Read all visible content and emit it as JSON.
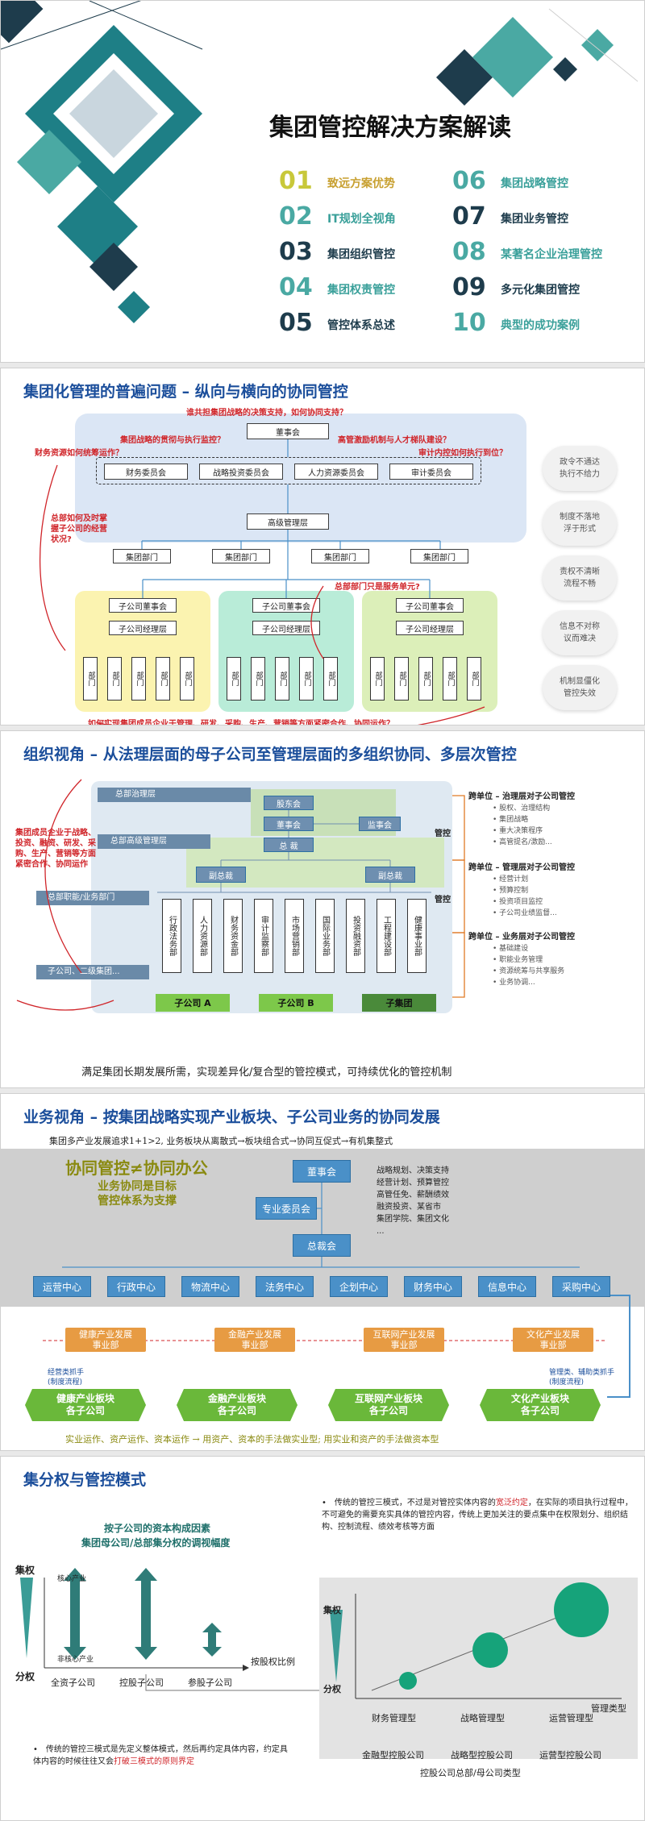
{
  "s1": {
    "title": "集团管控解决方案解读",
    "items": [
      {
        "num": "01",
        "text": "致远方案优势",
        "color": "#c8c83a",
        "tcolor": "#c8a030"
      },
      {
        "num": "02",
        "text": "IT规划全视角",
        "color": "#4aa9a3",
        "tcolor": "#3aa09a"
      },
      {
        "num": "03",
        "text": "集团组织管控",
        "color": "#1e3c4c",
        "tcolor": "#1e3c4c"
      },
      {
        "num": "04",
        "text": "集团权责管控",
        "color": "#4aa9a3",
        "tcolor": "#3aa09a"
      },
      {
        "num": "05",
        "text": "管控体系总述",
        "color": "#1e3c4c",
        "tcolor": "#1e3c4c"
      },
      {
        "num": "06",
        "text": "集团战略管控",
        "color": "#4aa9a3",
        "tcolor": "#3aa09a"
      },
      {
        "num": "07",
        "text": "集团业务管控",
        "color": "#1e3c4c",
        "tcolor": "#1e3c4c"
      },
      {
        "num": "08",
        "text": "某著名企业治理管控",
        "color": "#4aa9a3",
        "tcolor": "#3aa09a"
      },
      {
        "num": "09",
        "text": "多元化集团管控",
        "color": "#1e3c4c",
        "tcolor": "#1e3c4c"
      },
      {
        "num": "10",
        "text": "典型的成功案例",
        "color": "#4aa9a3",
        "tcolor": "#3aa09a"
      }
    ]
  },
  "s2": {
    "title": "集团化管理的普遍问题 – 纵向与横向的协同管控",
    "q_top": "谁共担集团战略的决策支持，如何协同支持？",
    "board": "董事会",
    "q_strategy": "集团战略的贯彻与执行监控？",
    "q_incentive": "高管激励机制与人才梯队建设？",
    "q_finance": "财务资源如何统筹运作？",
    "q_audit": "审计内控如何执行到位？",
    "committees": [
      "财务委员会",
      "战略投资委员会",
      "人力资源委员会",
      "审计委员会"
    ],
    "senior": "高级管理层",
    "q_left": "总部如何及时掌握子公司的经营状况?",
    "depts": [
      "集团部门",
      "集团部门",
      "集团部门",
      "集团部门"
    ],
    "q_service": "总部部门只是服务单元?",
    "sub_board": "子公司董事会",
    "sub_mgr": "子公司经理层",
    "dept_unit": "部门",
    "q_bottom": "如何实现集团成员企业于管理、研发、采购、生产、营销等方面紧密合作、协同运作？",
    "clouds": [
      "政令不通达\n执行不给力",
      "制度不落地\n浮于形式",
      "责权不清晰\n流程不畅",
      "信息不对称\n议而难决",
      "机制显僵化\n管控失效"
    ]
  },
  "s3": {
    "title": "组织视角 – 从法理层面的母子公司至管理层面的多组织协同、多层次管控",
    "l1": "总部治理层",
    "l2": "总部高级管理层",
    "l3": "总部职能/业务部门",
    "l4": "子公司、二级集团...",
    "shareholders": "股东会",
    "board": "董事会",
    "supervisors": "监事会",
    "ceo": "总 裁",
    "vp": "副总裁",
    "depts": [
      "行政法务部",
      "人力资源部",
      "财务资金部",
      "审计监察部",
      "市场营销部",
      "国际业务部",
      "投资融资部",
      "工程建设部",
      "健康事业部"
    ],
    "subA": "子公司 A",
    "subB": "子公司 B",
    "subGroup": "子集团",
    "red_note": "集团成员企业于战略、投资、融资、研发、采购、生产、营销等方面紧密合作、协同运作",
    "gk": "管控",
    "r1_title": "跨单位 – 治理层对子公司管控",
    "r1_items": [
      "股权、治理结构",
      "集团战略",
      "重大决策程序",
      "高管提名/激励..."
    ],
    "r2_title": "跨单位 – 管理层对子公司管控",
    "r2_items": [
      "经营计划",
      "预算控制",
      "投资项目监控",
      "子公司业绩监督..."
    ],
    "r3_title": "跨单位 – 业务层对子公司管控",
    "r3_items": [
      "基础建设",
      "职能业务管理",
      "资源统筹与共享服务",
      "业务协调..."
    ],
    "bottom": "满足集团长期发展所需，实现差异化/复合型的管控模式，可持续优化的管控机制"
  },
  "s4": {
    "title": "业务视角 – 按集团战略实现产业板块、子公司业务的协同发展",
    "subtitle": "集团多产业发展追求1+1>2, 业务板块从离散式→板块组合式→协同互促式→有机集整式",
    "slogan1": "协同管控≠协同办公",
    "slogan2": "业务协同是目标",
    "slogan3": "管控体系为支撑",
    "board": "董事会",
    "committee": "专业委员会",
    "president": "总裁会",
    "right_text": "战略规划、决策支持\n经营计划、预算管控\n高管任免、薪酬绩效\n融资投资、某省市\n集团学院、集团文化\n...",
    "centers": [
      "运营中心",
      "行政中心",
      "物流中心",
      "法务中心",
      "企划中心",
      "财务中心",
      "信息中心",
      "采购中心"
    ],
    "divisions": [
      "健康产业发展\n事业部",
      "金融产业发展\n事业部",
      "互联网产业发展\n事业部",
      "文化产业发展\n事业部"
    ],
    "left_label": "经营类抓手\n(制度流程)",
    "right_label": "管理类、辅助类抓手\n(制度流程)",
    "segments": [
      "健康产业板块\n各子公司",
      "金融产业板块\n各子公司",
      "互联网产业板块\n各子公司",
      "文化产业板块\n各子公司"
    ],
    "bottom": "实业运作、资产运作、资本运作 → 用资产、资本的手法做实业型; 用实业和资产的手法做资本型"
  },
  "s5": {
    "title": "集分权与管控模式",
    "sub1": "按子公司的资本构成因素",
    "sub2": "集团母公司/总部集分权的调视幅度",
    "jiquan": "集权",
    "fenquan": "分权",
    "core": "核心产业",
    "noncore": "非核心产业",
    "xaxis": "按股权比例",
    "companies": [
      "全资子公司",
      "控股子公司",
      "参股子公司"
    ],
    "bullet_right": "传统的管控三模式，不过是对管控实体内容的宽泛约定，在实际的项目执行过程中，不可避免的需要充实具体的管控内容，传统上更加关注的要点集中在权限划分、组织结构、控制流程、绩效考核等方面",
    "bullet_right_hl": "宽泛约定",
    "chart_jiquan": "集权",
    "chart_fenquan": "分权",
    "chart_xlabel": "管理类型",
    "modes": [
      "财务管理型",
      "战略管理型",
      "运营管理型"
    ],
    "holdings": [
      "金融型控股公司",
      "战略型控股公司",
      "运营型控股公司"
    ],
    "holding_bottom": "控股公司总部/母公司类型",
    "bullet_left": "传统的管控三模式是先定义整体模式，然后再约定具体内容，约定具体内容的时候往往又会",
    "bullet_left_hl": "打破三模式的原则界定"
  }
}
